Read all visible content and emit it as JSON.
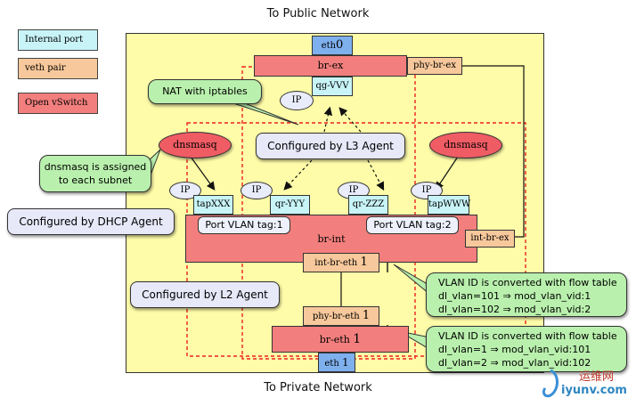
{
  "titles": {
    "top": "To Public Network",
    "bottom": "To Private Network"
  },
  "legend": [
    {
      "label": "Internal port",
      "color": "#c8f4f8"
    },
    {
      "label": "veth pair",
      "color": "#f7c89b"
    },
    {
      "label": "Open vSwitch",
      "color": "#f27f7d"
    }
  ],
  "ports": {
    "eth0_label": "eth",
    "eth0_num": "0",
    "br_ex": "br-ex",
    "phy_br_ex": "phy-br-ex",
    "qg": "qg-VVV",
    "tap_xxx": "tapXXX",
    "qr_yyy": "qr-YYY",
    "qr_zzz": "qr-ZZZ",
    "tap_www": "tapWWW",
    "br_int": "br-int",
    "int_br_ex": "int-br-ex",
    "int_br_eth": "int-br-eth",
    "int_br_eth_num": "1",
    "phy_br_eth": "phy-br-eth",
    "phy_br_eth_num": "1",
    "br_eth": "br-eth",
    "br_eth_num": "1",
    "eth1_label": "eth",
    "eth1_num": "1",
    "ip": "IP"
  },
  "labels": {
    "nat": "NAT with iptables",
    "dnsmasq": "dnsmasq",
    "dnsmasq_note_line1": "dnsmasq is assigned",
    "dnsmasq_note_line2": "to each subnet",
    "l3_agent": "Configured by L3 Agent",
    "dhcp_agent": "Configured by DHCP Agent",
    "l2_agent": "Configured by L2 Agent",
    "vlan_tag1": "Port VLAN tag:1",
    "vlan_tag2": "Port VLAN tag:2",
    "flow1_title": "VLAN ID is converted with flow table",
    "flow1_line1": "dl_vlan=101 ⇒ mod_vlan_vid:1",
    "flow1_line2": "dl_vlan=102 ⇒ mod_vlan_vid:2",
    "flow2_title": "VLAN ID is converted with flow table",
    "flow2_line1": "dl_vlan=1 ⇒ mod_vlan_vid:101",
    "flow2_line2": "dl_vlan=2 ⇒ mod_vlan_vid:102"
  },
  "watermark": {
    "brand_cn": "运维网",
    "brand": "iyunv.com"
  }
}
